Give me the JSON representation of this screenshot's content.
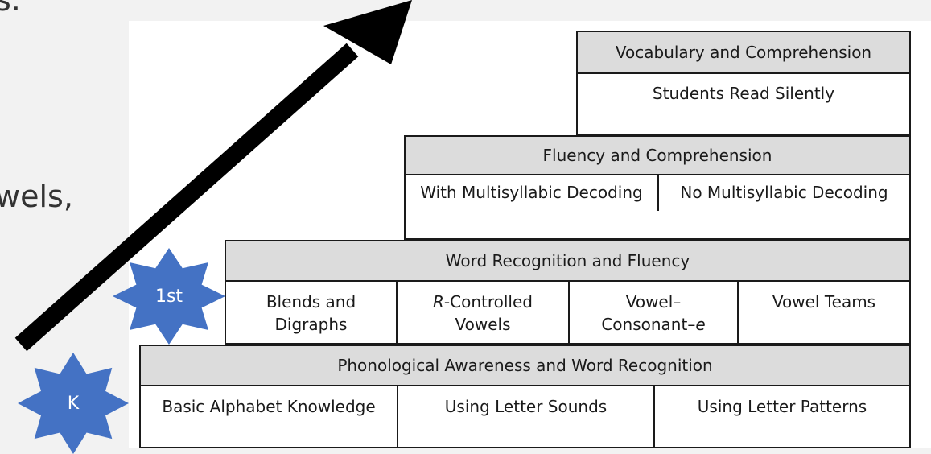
{
  "slide_text": {
    "top_fragment": "s.",
    "middle_fragment": "wels,"
  },
  "diagram": {
    "level4": {
      "header": "Vocabulary and Comprehension",
      "cells": [
        "Students Read Silently"
      ]
    },
    "level3": {
      "header": "Fluency and Comprehension",
      "cells": [
        "With Multisyllabic Decoding",
        "No Multisyllabic Decoding"
      ]
    },
    "level2": {
      "header": "Word Recognition and Fluency",
      "cells": [
        {
          "line1": "Blends and",
          "line2": "Digraphs"
        },
        {
          "line1_italic": "R",
          "line1_rest": "-Controlled",
          "line2": "Vowels"
        },
        {
          "line1": "Vowel–",
          "line2": "Consonant–",
          "line2_italic": "e"
        },
        {
          "line1": "Vowel Teams",
          "line2": ""
        }
      ]
    },
    "level1": {
      "header": "Phonological Awareness and Word Recognition",
      "cells": [
        "Basic Alphabet Knowledge",
        "Using Letter Sounds",
        "Using Letter Patterns"
      ]
    }
  },
  "grade_badges": {
    "first": "1st",
    "kindergarten": "K"
  },
  "colors": {
    "badge": "#4472c4",
    "header_fill": "#dcdcdc",
    "border": "#1a1a1a",
    "arrow": "#000000"
  },
  "icons": {
    "arrow": "arrow-up-right-icon",
    "badge_shape": "star-burst-icon"
  }
}
